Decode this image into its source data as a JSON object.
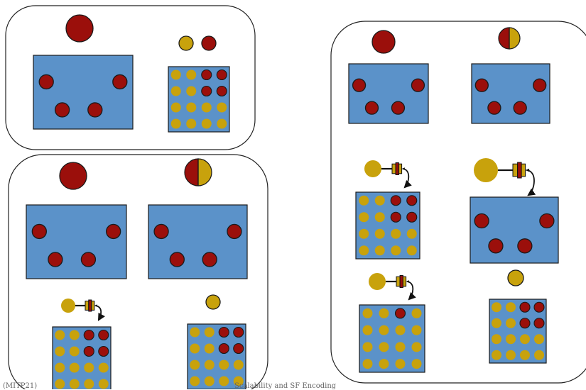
{
  "colors": {
    "red": "#9b0f0b",
    "yellow": "#c8a20c",
    "blue": "#5b92c9",
    "panel_border": "#222222",
    "background": "#ffffff"
  },
  "panels": [
    {
      "id": "panel-top-left",
      "frame": "rounded"
    },
    {
      "id": "panel-bottom-left",
      "frame": "rounded"
    },
    {
      "id": "panel-right",
      "frame": "rounded"
    }
  ],
  "footer": {
    "left": "(MITP21)",
    "center": "Scalability and SF Encoding"
  }
}
